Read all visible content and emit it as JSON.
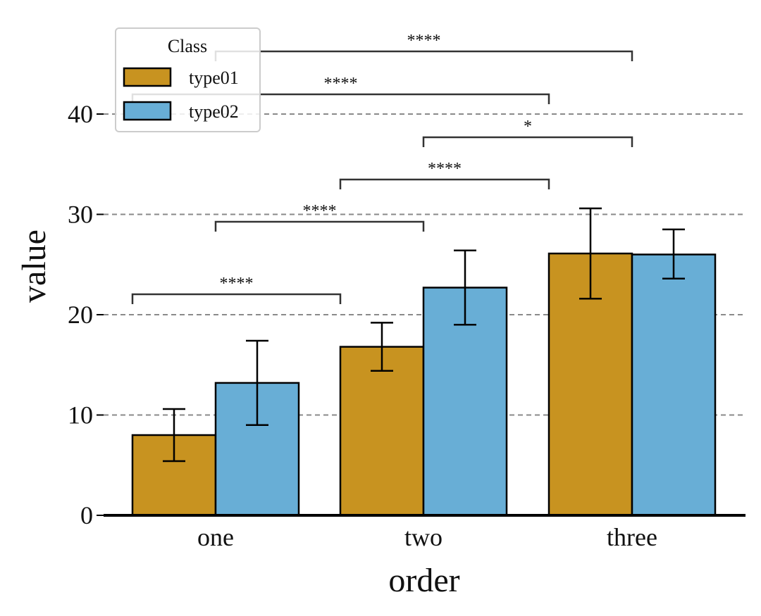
{
  "chart_data": {
    "type": "bar",
    "xlabel": "order",
    "ylabel": "value",
    "categories": [
      "one",
      "two",
      "three"
    ],
    "ylim": [
      0,
      40
    ],
    "yticks": [
      0,
      10,
      20,
      30,
      40
    ],
    "grid": "horizontal dashed at 10, 20, 30, 40",
    "legend": {
      "title": "Class",
      "placement": "top-left"
    },
    "series": [
      {
        "name": "type01",
        "color": "#C89320",
        "values": [
          8.0,
          16.8,
          26.1
        ],
        "err_low": [
          5.4,
          14.4,
          21.6
        ],
        "err_high": [
          10.6,
          19.2,
          30.6
        ]
      },
      {
        "name": "type02",
        "color": "#68AED6",
        "values": [
          13.2,
          22.7,
          26.0
        ],
        "err_low": [
          9.0,
          19.0,
          23.6
        ],
        "err_high": [
          17.4,
          26.4,
          28.5
        ]
      }
    ],
    "annotations": [
      {
        "from": [
          "one",
          "type01"
        ],
        "to": [
          "two",
          "type01"
        ],
        "label": "****"
      },
      {
        "from": [
          "one",
          "type02"
        ],
        "to": [
          "two",
          "type02"
        ],
        "label": "****"
      },
      {
        "from": [
          "two",
          "type01"
        ],
        "to": [
          "three",
          "type01"
        ],
        "label": "****"
      },
      {
        "from": [
          "two",
          "type02"
        ],
        "to": [
          "three",
          "type02"
        ],
        "label": "*"
      },
      {
        "from": [
          "one",
          "type01"
        ],
        "to": [
          "three",
          "type01"
        ],
        "label": "****"
      },
      {
        "from": [
          "one",
          "type02"
        ],
        "to": [
          "three",
          "type02"
        ],
        "label": "****"
      }
    ]
  }
}
